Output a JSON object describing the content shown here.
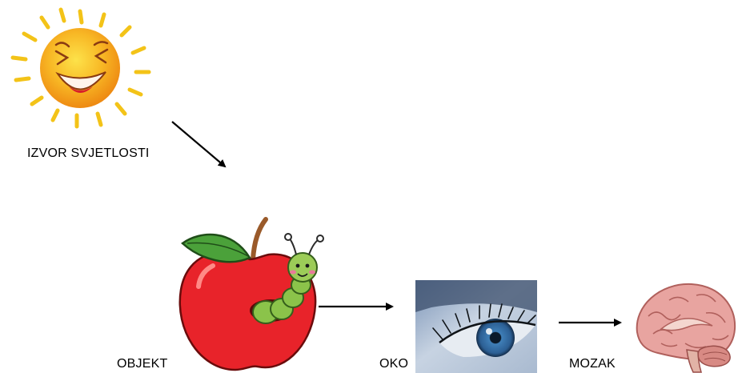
{
  "labels": {
    "source": "IZVOR SVJETLOSTI",
    "object": "OBJEKT",
    "eye": "OKO",
    "brain": "MOZAK"
  },
  "icons": {
    "sun": "smiling-sun-icon",
    "apple": "apple-with-worm-icon",
    "eye": "human-eye-photo",
    "brain": "brain-anatomy-icon"
  },
  "colors": {
    "sun_face": "#f6a51b",
    "sun_rays": "#f3c318",
    "apple_red": "#e8232a",
    "leaf_green": "#4ba13a",
    "worm_green": "#8bc34a",
    "eye_iris": "#3f7fb8",
    "brain_pink": "#e8a4a0"
  }
}
